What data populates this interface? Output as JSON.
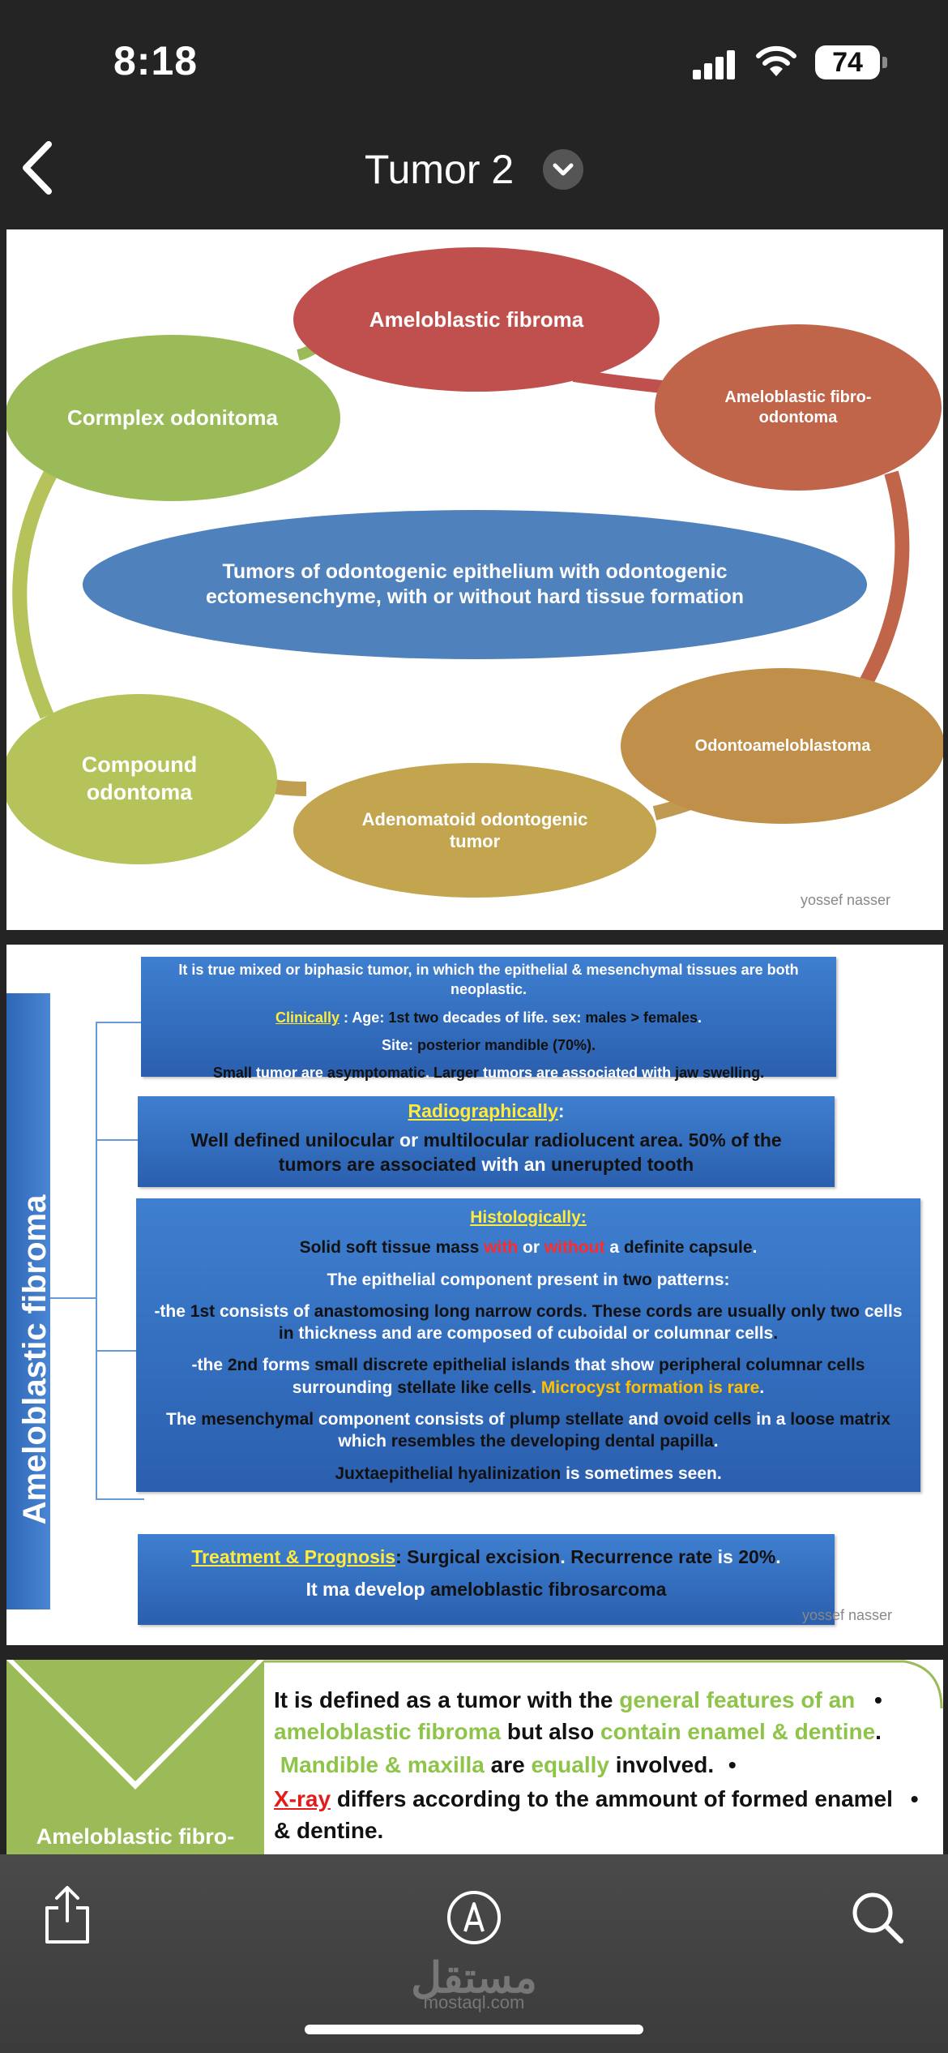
{
  "status": {
    "time": "8:18",
    "battery": "74"
  },
  "nav": {
    "title": "Tumor 2"
  },
  "slide1": {
    "nodes": {
      "ameloblastic_fibroma": "Ameloblastic fibroma",
      "ameloblastic_fibro_odontoma": "Ameloblastic fibro-odontoma",
      "complex_odontoma": "Cormplex odonitoma",
      "center": "Tumors of odontogenic epithelium with odontogenic ectomesenchyme, with or without hard tissue formation",
      "odontoameloblastoma": "Odontoameloblastoma",
      "compound_odontoma": "Compound odontoma",
      "adenomatoid": "Adenomatoid odontogenic tumor"
    },
    "watermark": "yossef nasser",
    "colors": {
      "red": "#c0504d",
      "orange_red": "#c0654a",
      "green": "#9bbb59",
      "blue": "#4f81bd",
      "gold": "#c09a50"
    }
  },
  "slide2": {
    "vertical_title": "Ameloblastic fibroma",
    "box1": {
      "intro": "It is true mixed or biphasic tumor, in which the epithelial & mesenchymal tissues are both neoplastic.",
      "clinically_label": "Clinically",
      "clinically_rest_a": " :  Age: ",
      "clinically_rest_b": "1st two",
      "clinically_rest_c": " decades of life.  sex: ",
      "clinically_rest_d": "males > females",
      "clinically_rest_e": ".",
      "site_a": "Site: ",
      "site_b": "posterior mandible (70%).",
      "small_a": "Small",
      "small_b": " tumor are ",
      "small_c": "asymptomatic",
      "small_d": ". ",
      "small_e": "Larger",
      "small_f": " tumors are associated with ",
      "small_g": "jaw swelling."
    },
    "box2": {
      "label": "Radiographically",
      "colon": ":",
      "l1a": "Well defined unilocular",
      "l1b": " or ",
      "l1c": "multilocular",
      "l1d": " radiolucent area. 50% of the",
      "l2a": "tumors are ",
      "l2b": "associated",
      "l2c": " with an ",
      "l2d": "unerupted tooth"
    },
    "box3": {
      "label": "Histologically:",
      "l1a": "Solid soft tissue mass ",
      "l1b": "with",
      "l1c": " or ",
      "l1d": "without",
      "l1e": " a ",
      "l1f": "definite capsule",
      "l1g": ".",
      "l2a": "The epithelial component present in ",
      "l2b": "two",
      "l2c": " patterns:",
      "l3a": "-the ",
      "l3b": "1st",
      "l3c": " consists of ",
      "l3d": "anastomosing long narrow cords",
      "l3e": ". These cords are usually only two",
      "l3f": "cells ",
      "l3g": "in",
      "l3h": " thickness and are composed of cuboidal or columnar cells",
      "l3i": ".",
      "l4a": "-the ",
      "l4b": "2nd",
      "l4c": " forms ",
      "l4d": "small discrete epithelial islands",
      "l4e": " that show ",
      "l4f": "peripheral columnar cells",
      "l4g": "surrounding ",
      "l4h": "stellate like cells",
      "l4i": ". ",
      "l4j": "Microcyst formation is rare",
      "l4k": ".",
      "l5a": "The ",
      "l5b": "mesenchymal",
      "l5c": " component consists of ",
      "l5d": "plump stellate",
      "l5e": " and ",
      "l5f": "ovoid cells",
      "l5g": " in a ",
      "l5h": "loose matrix",
      "l5i": "which ",
      "l5j": "resembles the developing dental papilla",
      "l5k": ".",
      "l6a": "Juxtaepithelial hyalinization",
      "l6b": " is sometimes seen."
    },
    "box4": {
      "label": "Treatment & Prognosis",
      "l1a": ": Surgical excision",
      "l1b": ". ",
      "l1c": "Recurrence rate",
      "l1d": " is ",
      "l1e": "20%",
      "l1f": ".",
      "l2a": "It ma develop ",
      "l2b": "ameloblastic fibrosarcoma"
    },
    "watermark": "yossef nasser"
  },
  "slide3": {
    "side_title": "Ameloblastic fibro-",
    "b1a": "It is defined as a tumor with the ",
    "b1b": "general features of an",
    "b1c": "ameloblastic fibroma",
    "b1d": " but also ",
    "b1e": "contain enamel & dentine",
    "b1f": ".",
    "b2a": "Mandible & maxilla",
    "b2b": " are ",
    "b2c": "equally",
    "b2d": " involved.",
    "b3a": "X-ray",
    "b3b": " differs according to the ammount of formed enamel",
    "b3c": "& dentine.",
    "bullet": "•"
  },
  "toolbar": {
    "brand_ar": "مستقل",
    "brand_en": "mostaql.com"
  }
}
